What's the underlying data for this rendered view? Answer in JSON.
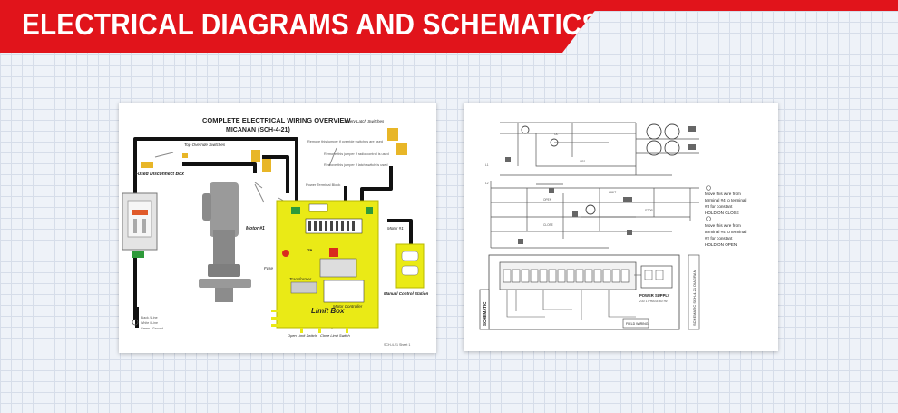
{
  "banner": {
    "title": "ELECTRICAL DIAGRAMS AND SCHEMATICS",
    "accent_color": "#e1141b"
  },
  "wiring_diagram": {
    "title": "COMPLETE ELECTRICAL WIRING OVERVIEW",
    "subtitle": "MICANAN (SCH-4-21)",
    "labels": {
      "safety_latch": "Safety Latch Switches",
      "top_override": "Top Override Switches",
      "fused_disconnect": "Fused Disconnect Box",
      "motor": "Motor #1",
      "motor_right": "Motor #1",
      "fuse": "Fuse",
      "transformer": "Transformer",
      "limit_box": "Limit Box",
      "motor_controller": "Motor Controller",
      "open_limit": "Open Limit Switch",
      "close_limit": "Close Limit Switch",
      "manual_station": "Manual Control Station",
      "power_block": "Power Terminal Block",
      "jumper_note_1": "Remove this jumper if override switches are used",
      "jumper_note_2": "Remove this jumper if radio control is used",
      "jumper_note_3": "Remove this jumper if latch switch is used",
      "legend_1": "Black / Line",
      "legend_2": "White / Line",
      "legend_3": "Green / Ground",
      "footer": "SCH-4-21 Sheet 1"
    }
  },
  "schematic": {
    "notes": [
      "Move this wire from terminal #4 to terminal #3 for constant HOLD ON CLOSE",
      "Move this wire from terminal #4 to terminal #2 for constant HOLD ON OPEN"
    ],
    "power_supply": "POWER SUPPLY",
    "power_supply_sub": "230 1 PHASE 60 Hz",
    "field_wiring": "FIELD WIRING",
    "side_label": "SCHEMATIC",
    "vertical_label": "SCHEMATIC SCH-4-21 DIAGRAM"
  }
}
